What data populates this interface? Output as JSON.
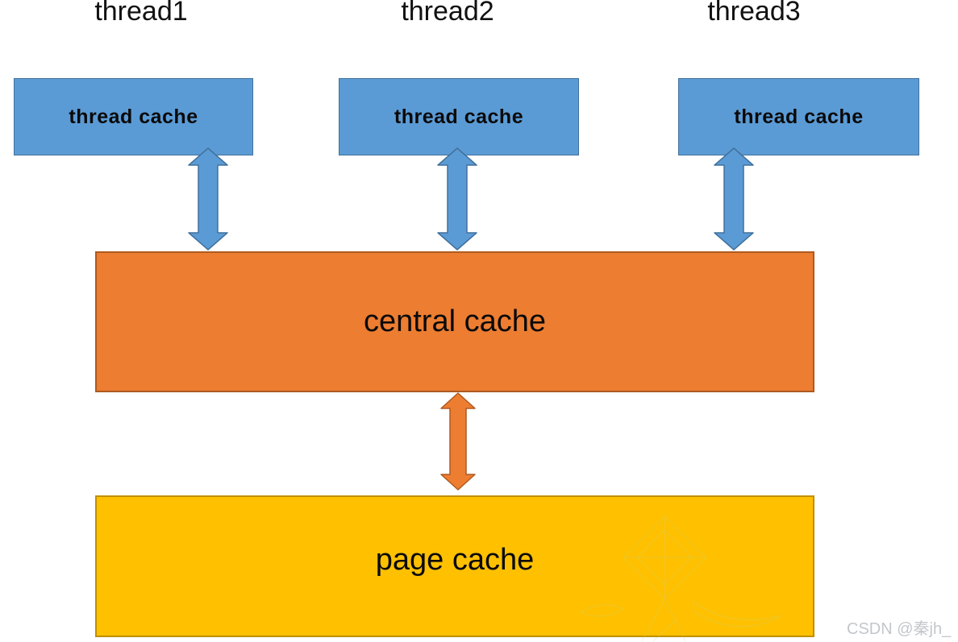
{
  "diagram": {
    "threads": [
      {
        "title": "thread1",
        "cache_label": "thread cache"
      },
      {
        "title": "thread2",
        "cache_label": "thread cache"
      },
      {
        "title": "thread3",
        "cache_label": "thread cache"
      }
    ],
    "central_cache_label": "central cache",
    "page_cache_label": "page cache",
    "watermark_text": "CSDN @秦jh_",
    "colors": {
      "thread_cache_fill": "#5B9BD5",
      "thread_cache_border": "#41719C",
      "central_cache_fill": "#ED7D31",
      "central_cache_border": "#AE5A21",
      "page_cache_fill": "#FFC000",
      "page_cache_border": "#BF9000",
      "blue_arrow_fill": "#5B9BD5",
      "blue_arrow_border": "#41719C",
      "orange_arrow_fill": "#ED7D31",
      "orange_arrow_border": "#AE5A21",
      "watermark_text_color": "#c3c7cb",
      "text_color": "#0a0a0a"
    }
  }
}
